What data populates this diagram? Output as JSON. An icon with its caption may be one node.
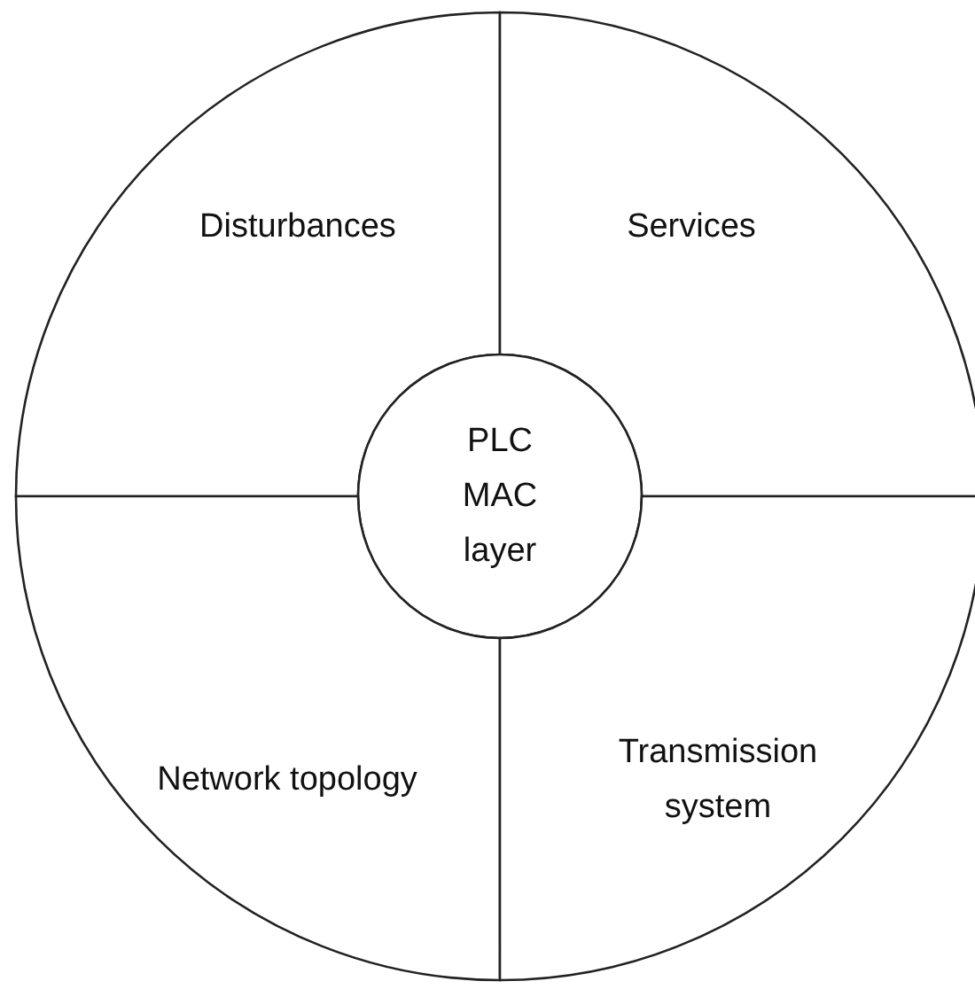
{
  "diagram": {
    "nodes": [
      {
        "text": [
          "Disturbances"
        ]
      },
      {
        "text": [
          "Services"
        ]
      },
      {
        "text": [
          "PLC MAC layer"
        ]
      },
      {
        "text": [
          "Network topology"
        ]
      },
      {
        "text": [
          "Transmission system"
        ]
      }
    ]
  }
}
